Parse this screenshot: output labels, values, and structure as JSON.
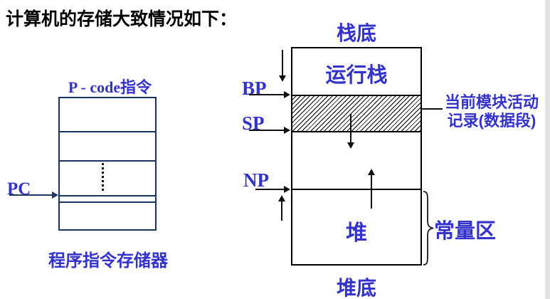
{
  "title": "计算机的存储大致情况如下：",
  "instruction_memory": {
    "header": "P - code指令",
    "pc_label": "PC",
    "caption": "程序指令存储器"
  },
  "runtime_memory": {
    "stack_bottom_label": "栈底",
    "stack_label": "运行栈",
    "bp_label": "BP",
    "sp_label": "SP",
    "np_label": "NP",
    "heap_label": "堆",
    "heap_bottom_label": "堆底",
    "activation_record_line1": "当前模块活动",
    "activation_record_line2": "记录(数据段)",
    "constant_area_label": "常量区"
  },
  "colors": {
    "text_blue": "#3333cc",
    "navy_border": "#17365d",
    "line_black": "#111111",
    "right_band_gray": "#e2e2e2"
  }
}
